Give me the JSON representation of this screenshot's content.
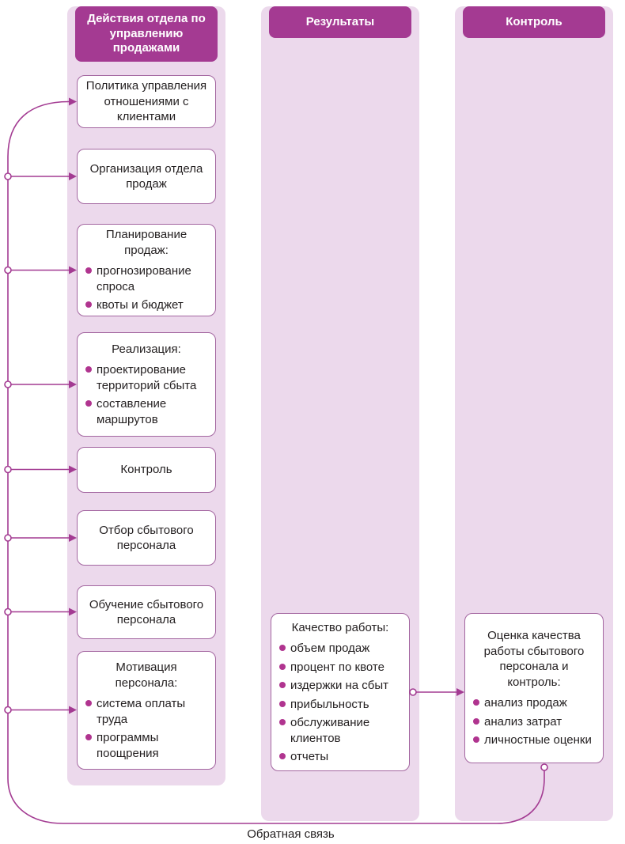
{
  "columns": [
    {
      "header": "Действия отдела по управлению продажами",
      "boxes": [
        {
          "title": "Политика управления отношениями с клиентами",
          "bullets": []
        },
        {
          "title": "Организация отдела продаж",
          "bullets": []
        },
        {
          "title": "Планирование продаж:",
          "bullets": [
            "прогнозирование спроса",
            "квоты и бюджет"
          ]
        },
        {
          "title": "Реализация:",
          "bullets": [
            "проектирование территорий сбыта",
            "составление маршрутов"
          ]
        },
        {
          "title": "Контроль",
          "bullets": []
        },
        {
          "title": "Отбор сбытового персонала",
          "bullets": []
        },
        {
          "title": "Обучение сбытового персонала",
          "bullets": []
        },
        {
          "title": "Мотивация персонала:",
          "bullets": [
            "система оплаты труда",
            "программы поощрения"
          ]
        }
      ]
    },
    {
      "header": "Результаты",
      "boxes": [
        {
          "title": "Качество работы:",
          "bullets": [
            "объем продаж",
            "процент по квоте",
            "издержки на сбыт",
            "прибыльность",
            "обслуживание клиентов",
            "отчеты"
          ]
        }
      ]
    },
    {
      "header": "Контроль",
      "boxes": [
        {
          "title": "Оценка качества работы сбытового персонала и контроль:",
          "bullets": [
            "анализ продаж",
            "анализ затрат",
            "личностные оценки"
          ]
        }
      ]
    }
  ],
  "feedback_label": "Обратная связь",
  "colors": {
    "header_bg": "#a43a92",
    "column_bg": "#ecd9ec",
    "box_border": "#a366a0",
    "bullet": "#b0348f",
    "line": "#a33b92",
    "text": "#231f20"
  }
}
